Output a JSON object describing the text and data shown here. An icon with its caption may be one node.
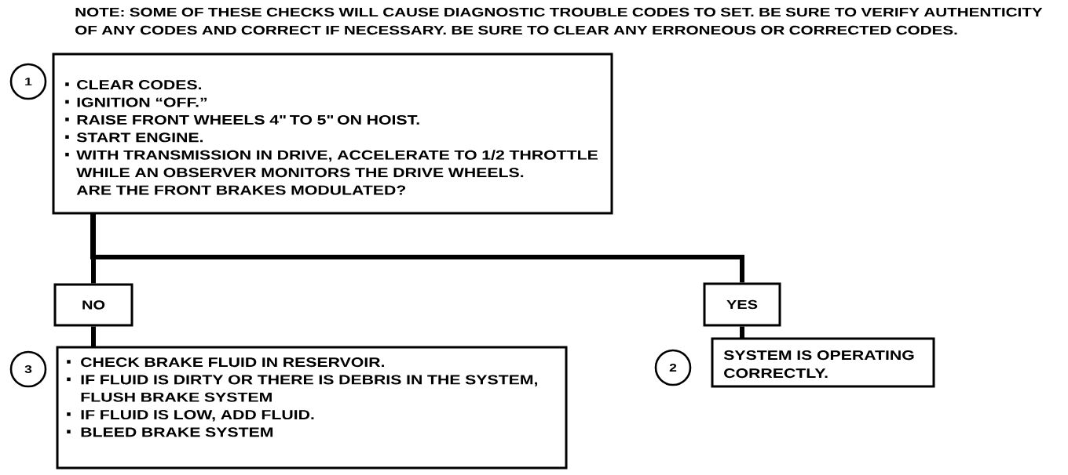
{
  "diagram": {
    "nodes": [
      {
        "text": [
          "1"
        ]
      },
      {
        "text": [
          "CLEAR CODES.",
          "IGNITION “OFF.”",
          "RAISE FRONT WHEELS 4\" TO 5\" ON HOIST.",
          "START ENGINE.",
          "WITH TRANSMISSION IN DRIVE, ACCELERATE TO 1/2 THROTTLE WHILE AN OBSERVER MONITORS THE DRIVE WHEELS.",
          "ARE THE FRONT BRAKES MODULATED?"
        ]
      },
      {
        "text": [
          "NO"
        ]
      },
      {
        "text": [
          "YES"
        ]
      },
      {
        "text": [
          "3"
        ]
      },
      {
        "text": [
          "CHECK BRAKE FLUID IN RESERVOIR.",
          "IF FLUID IS DIRTY OR THERE IS DEBRIS IN THE SYSTEM, FLUSH BRAKE SYSTEM",
          "IF FLUID IS LOW, ADD FLUID.",
          "BLEED BRAKE SYSTEM"
        ]
      },
      {
        "text": [
          "2"
        ]
      },
      {
        "text": [
          "SYSTEM IS OPERATING CORRECTLY."
        ]
      }
    ],
    "edges": [
      {
        "from": 1,
        "to": 2,
        "arrow": "none"
      },
      {
        "from": 1,
        "to": 3,
        "arrow": "none"
      },
      {
        "from": 2,
        "to": 5,
        "arrow": "none"
      },
      {
        "from": 3,
        "to": 7,
        "arrow": "none"
      }
    ],
    "labels": [
      "NOTE: SOME OF THESE CHECKS WILL CAUSE DIAGNOSTIC TROUBLE CODES TO SET. BE SURE TO VERIFY AUTHENTICITY OF ANY CODES AND CORRECT IF NECESSARY. BE SURE TO CLEAR ANY ERRONEOUS OR CORRECTED CODES."
    ]
  }
}
